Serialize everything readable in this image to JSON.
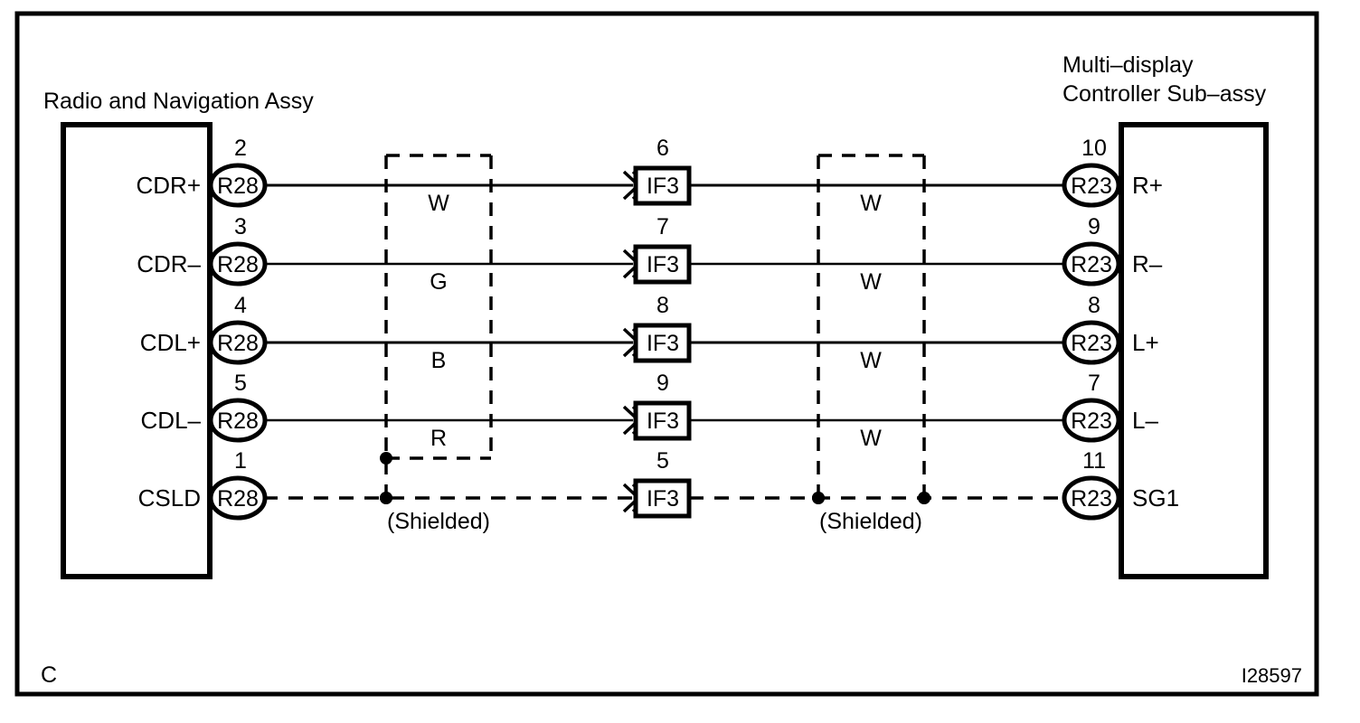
{
  "diagram": {
    "id_code": "I28597",
    "corner_label": "C",
    "left_block_title": "Radio and Navigation Assy",
    "right_block_title_line1": "Multi–display",
    "right_block_title_line2": "Controller Sub–assy",
    "shield_label_left": "(Shielded)",
    "shield_label_right": "(Shielded)",
    "left_connector_code": "R28",
    "right_connector_code": "R23",
    "junction_code": "IF3",
    "stroke_color": "#000000",
    "background_color": "#ffffff"
  },
  "rows": [
    {
      "left_signal": "CDR+",
      "left_pin": "2",
      "junction_pin": "6",
      "right_pin": "10",
      "right_signal": "R+",
      "wire_color_left": "W",
      "wire_color_right": "W",
      "dashed": false
    },
    {
      "left_signal": "CDR–",
      "left_pin": "3",
      "junction_pin": "7",
      "right_pin": "9",
      "right_signal": "R–",
      "wire_color_left": "G",
      "wire_color_right": "W",
      "dashed": false
    },
    {
      "left_signal": "CDL+",
      "left_pin": "4",
      "junction_pin": "8",
      "right_pin": "8",
      "right_signal": "L+",
      "wire_color_left": "B",
      "wire_color_right": "W",
      "dashed": false
    },
    {
      "left_signal": "CDL–",
      "left_pin": "5",
      "junction_pin": "9",
      "right_pin": "7",
      "right_signal": "L–",
      "wire_color_left": "R",
      "wire_color_right": "W",
      "dashed": false
    },
    {
      "left_signal": "CSLD",
      "left_pin": "1",
      "junction_pin": "5",
      "right_pin": "11",
      "right_signal": "SG1",
      "wire_color_left": "",
      "wire_color_right": "",
      "dashed": true
    }
  ]
}
